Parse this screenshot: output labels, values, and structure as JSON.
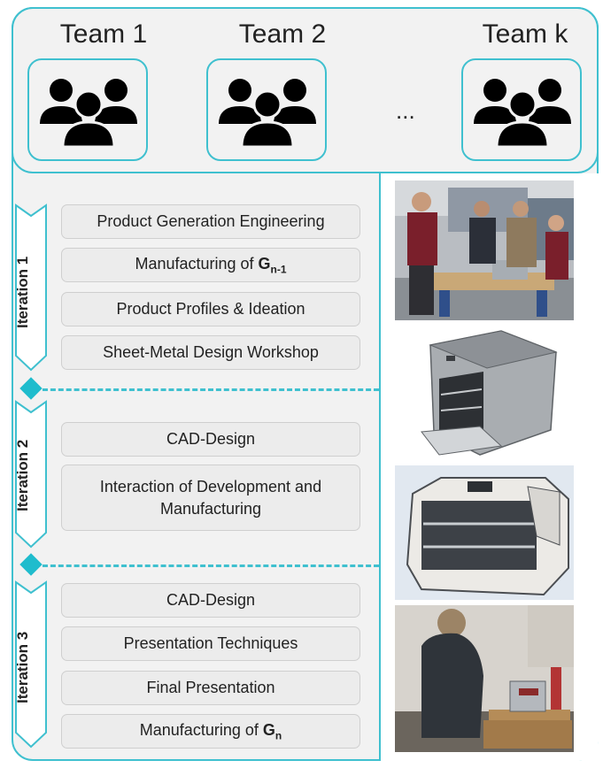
{
  "teams": [
    {
      "label": "Team 1"
    },
    {
      "label": "Team 2"
    },
    {
      "label": "Team k"
    }
  ],
  "ellipsis": "...",
  "iterations": [
    {
      "label": "Iteration 1"
    },
    {
      "label": "Iteration 2"
    },
    {
      "label": "Iteration 3"
    }
  ],
  "steps": {
    "it1": [
      {
        "text": "Product Generation Engineering"
      },
      {
        "prefix": "Manufacturing of ",
        "base": "G",
        "sub": "n-1"
      },
      {
        "text": "Product Profiles & Ideation"
      },
      {
        "text": "Sheet-Metal Design Workshop"
      }
    ],
    "it2": [
      {
        "text": "CAD-Design"
      },
      {
        "line1": "Interaction of Development and",
        "line2": "Manufacturing"
      }
    ],
    "it3": [
      {
        "text": "CAD-Design"
      },
      {
        "text": "Presentation Techniques"
      },
      {
        "text": "Final Presentation"
      },
      {
        "prefix": "Manufacturing of ",
        "base": "G",
        "sub": "n"
      }
    ]
  },
  "colors": {
    "accent": "#3fc0cf",
    "accent_dark": "#1fbccd",
    "box_fill": "#ececec",
    "frame_fill": "#f2f2f2"
  },
  "photos": [
    {
      "icon": "team-meeting-photo"
    },
    {
      "icon": "cad-model-render"
    },
    {
      "icon": "cad-model-render-2"
    },
    {
      "icon": "manufacturing-photo"
    }
  ]
}
